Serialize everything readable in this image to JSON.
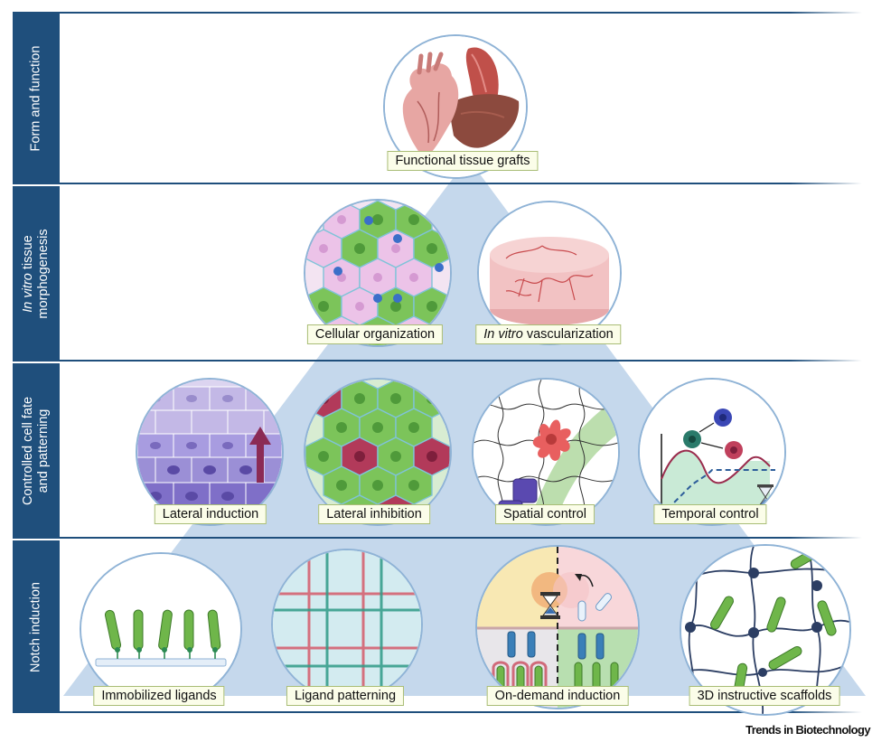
{
  "bands": [
    {
      "id": "form",
      "label_pre": "Form and function",
      "label_italic": "",
      "label_post": ""
    },
    {
      "id": "morpho",
      "label_pre": "",
      "label_italic": "In vitro",
      "label_post": " tissue",
      "label_line2": "morphogenesis"
    },
    {
      "id": "fate",
      "label_pre": "Controlled cell fate",
      "label_line2": "and patterning"
    },
    {
      "id": "notch",
      "label_pre": "Notch induction"
    }
  ],
  "tier1": {
    "graft_label": "Functional tissue grafts"
  },
  "tier2": {
    "organization_label": "Cellular organization",
    "vascular_italic": "In vitro",
    "vascular_rest": " vascularization"
  },
  "tier3": {
    "lateral_induction": "Lateral induction",
    "lateral_inhibition": "Lateral inhibition",
    "spatial_control": "Spatial control",
    "temporal_control": "Temporal control"
  },
  "tier4": {
    "immobilized": "Immobilized ligands",
    "patterning": "Ligand patterning",
    "on_demand": "On-demand induction",
    "scaffolds": "3D instructive scaffolds"
  },
  "credit": "Trends in Biotechnology",
  "colors": {
    "band": "#1f4f7c",
    "pyramid": "#c5d8ec",
    "label_bg": "#fbfde9",
    "label_border": "#a9bd76",
    "green_cell": "#7cc45a",
    "pink_cell": "#ecc3e8",
    "red_cell": "#b23a5a",
    "purple_cell": "#9b8fd6"
  },
  "icons": [
    "heart-icon",
    "liver-icon",
    "muscle-icon",
    "hourglass-icon",
    "arrow-up-icon"
  ]
}
